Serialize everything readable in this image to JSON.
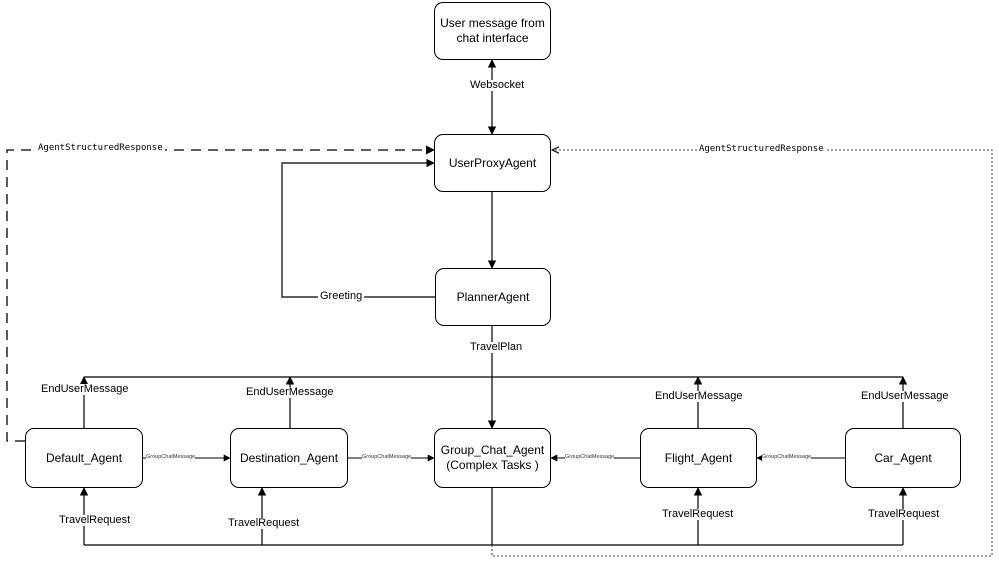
{
  "nodes": {
    "user_message": "User message from\nchat interface",
    "user_proxy": "UserProxyAgent",
    "planner": "PlannerAgent",
    "default_agent": "Default_Agent",
    "destination_agent": "Destination_Agent",
    "group_chat_agent": "Group_Chat_Agent\n(Complex Tasks )",
    "flight_agent": "Flight_Agent",
    "car_agent": "Car_Agent"
  },
  "edges": {
    "websocket": "Websocket",
    "agent_structured_response_left": "AgentStructuredResponse",
    "agent_structured_response_right": "AgentStructuredResponse",
    "greeting": "Greeting",
    "travel_plan": "TravelPlan",
    "end_user_message_default": "EndUserMessage",
    "end_user_message_destination": "EndUserMessage",
    "end_user_message_flight": "EndUserMessage",
    "end_user_message_car": "EndUserMessage",
    "group_chat_message_1": "GroupChatMessage",
    "group_chat_message_2": "GroupChatMessage",
    "group_chat_message_3": "GroupChatMessage",
    "group_chat_message_4": "GroupChatMessage",
    "travel_request_default": "TravelRequest",
    "travel_request_destination": "TravelRequest",
    "travel_request_flight": "TravelRequest",
    "travel_request_car": "TravelRequest"
  }
}
